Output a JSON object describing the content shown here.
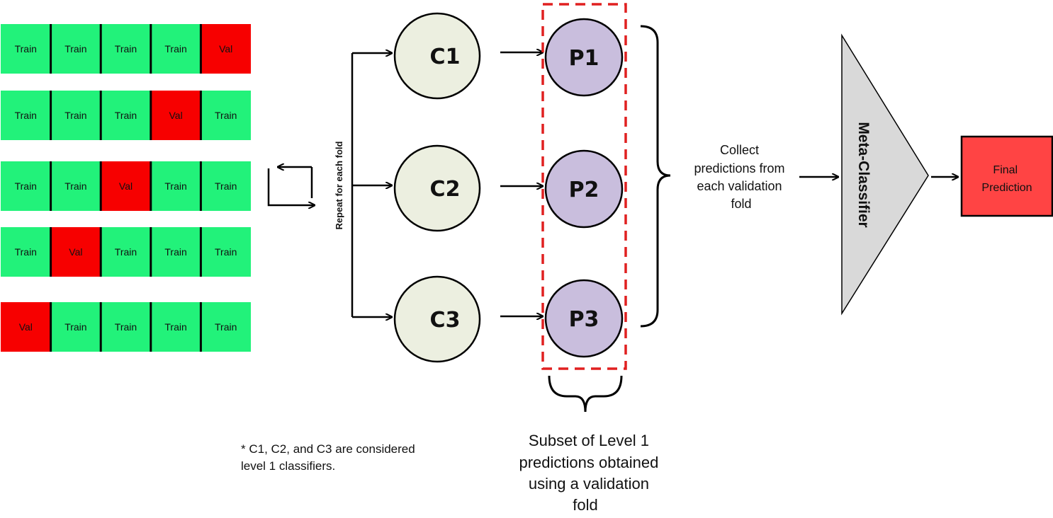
{
  "folds": [
    [
      "Train",
      "Train",
      "Train",
      "Train",
      "Val"
    ],
    [
      "Train",
      "Train",
      "Train",
      "Val",
      "Train"
    ],
    [
      "Train",
      "Train",
      "Val",
      "Train",
      "Train"
    ],
    [
      "Train",
      "Val",
      "Train",
      "Train",
      "Train"
    ],
    [
      "Val",
      "Train",
      "Train",
      "Train",
      "Train"
    ]
  ],
  "repeat_label": "Repeat for each fold",
  "classifiers": [
    "C1",
    "C2",
    "C3"
  ],
  "predictions": [
    "P1",
    "P2",
    "P3"
  ],
  "collect_label": [
    "Collect",
    "predictions from",
    "each validation",
    "fold"
  ],
  "meta_label": "Meta-Classifier",
  "final_label": [
    "Final",
    "Prediction"
  ],
  "subset_label": [
    "Subset of Level 1",
    "predictions obtained",
    "using a validation",
    "fold"
  ],
  "footnote": [
    "* C1, C2, and C3 are considered",
    "level 1 classifiers."
  ],
  "colors": {
    "train": "#22f27a",
    "val": "#f70000",
    "classifier": "#ecefe0",
    "prediction": "#c9bedd",
    "meta": "#d9d9d9",
    "final": "#ff4444",
    "dash": "#e02020"
  }
}
